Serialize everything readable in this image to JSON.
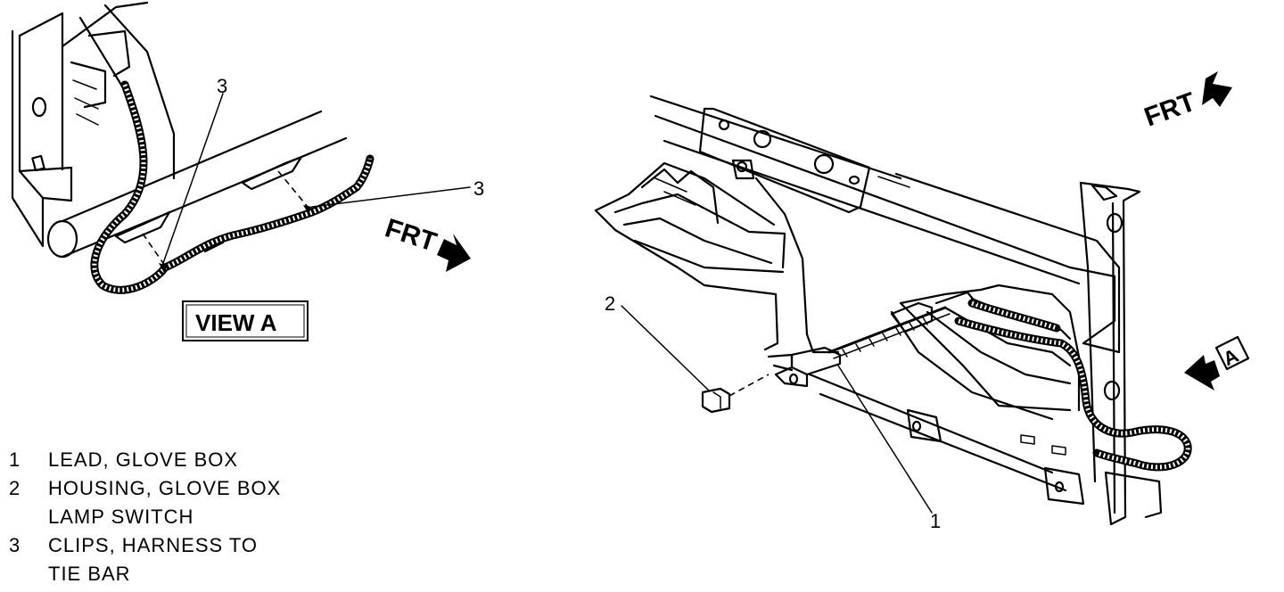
{
  "callouts": {
    "c1": "1",
    "c2": "2",
    "c3_top": "3",
    "c3_right": "3"
  },
  "direction_labels": {
    "frt_left": "FRT",
    "frt_top_right": "FRT",
    "view_a_arrow": "A"
  },
  "view_label": "VIEW A",
  "legend": [
    {
      "number": "1",
      "text": "LEAD, GLOVE BOX"
    },
    {
      "number": "2",
      "text": "HOUSING, GLOVE BOX\nLAMP SWITCH"
    },
    {
      "number": "3",
      "text": "CLIPS, HARNESS TO\nTIE BAR"
    }
  ]
}
